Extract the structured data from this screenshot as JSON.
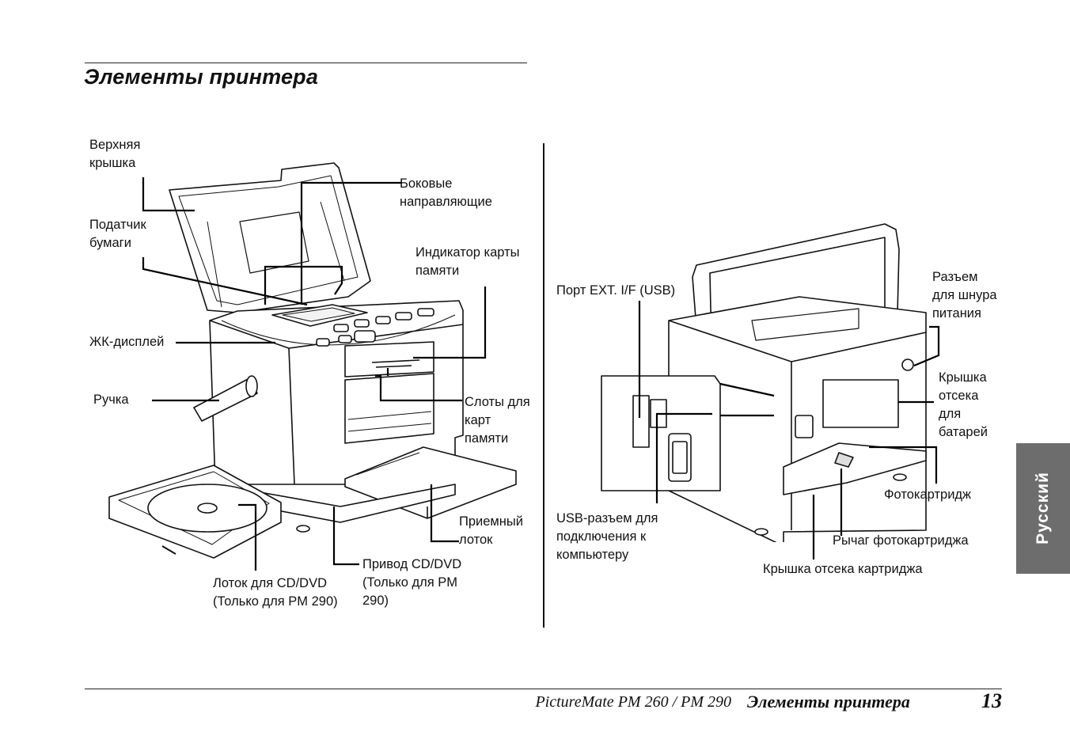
{
  "page": {
    "title": "Элементы принтера",
    "language_tab": "Русский"
  },
  "front_view": {
    "labels": {
      "top_cover_1": "Верхняя",
      "top_cover_2": "крышка",
      "side_guides_1": "Боковые",
      "side_guides_2": "направляющие",
      "paper_feeder_1": "Податчик",
      "paper_feeder_2": "бумаги",
      "memory_card_indicator_1": "Индикатор карты",
      "memory_card_indicator_2": "памяти",
      "lcd": "ЖК-дисплей",
      "handle": "Ручка",
      "card_slots_1": "Слоты для",
      "card_slots_2": "карт",
      "card_slots_3": "памяти",
      "output_tray_1": "Приемный",
      "output_tray_2": "лоток",
      "cd_drive_1": "Привод CD/DVD",
      "cd_drive_2": "(Только для PM",
      "cd_drive_3": "290)",
      "cd_tray_1": "Лоток для CD/DVD",
      "cd_tray_2": "(Только для PM 290)"
    }
  },
  "back_view": {
    "labels": {
      "ext_port": "Порт EXT. I/F (USB)",
      "power_1": "Разъем",
      "power_2": "для шнура",
      "power_3": "питания",
      "battery_cover_1": "Крышка",
      "battery_cover_2": "отсека",
      "battery_cover_3": "для",
      "battery_cover_4": "батарей",
      "usb_1": "USB-разъем для",
      "usb_2": "подключения к",
      "usb_3": "компьютеру",
      "photo_cartridge": "Фотокартридж",
      "cartridge_lever": "Рычаг фотокартриджа",
      "cartridge_cover": "Крышка отсека картриджа"
    }
  },
  "footer": {
    "model": "PictureMate PM 260 / PM 290",
    "section": "Элементы принтера",
    "page_number": "13"
  }
}
